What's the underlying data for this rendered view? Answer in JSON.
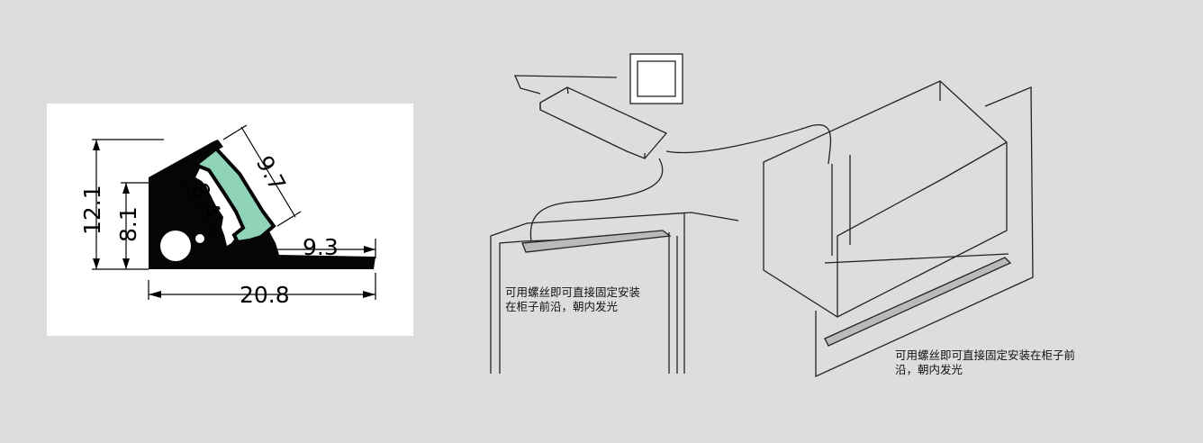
{
  "profile_drawing": {
    "dimensions": {
      "height_total": "12.1",
      "height_inner": "8.1",
      "diffuser_width": "9.7",
      "diffuser_inner": "8.4",
      "lip_width": "9.3",
      "base_width": "20.8"
    },
    "colors": {
      "profile": "#050505",
      "diffuser": "#8fd3b8",
      "panel_background": "#ffffff",
      "page_background": "#dcdddf"
    }
  },
  "illustration": {
    "notes": {
      "left": "可用螺丝即可直接固定安装在柜子前沿，朝内发光",
      "right": "可用螺丝即可直接固定安装在柜子前沿，朝内发光"
    }
  }
}
